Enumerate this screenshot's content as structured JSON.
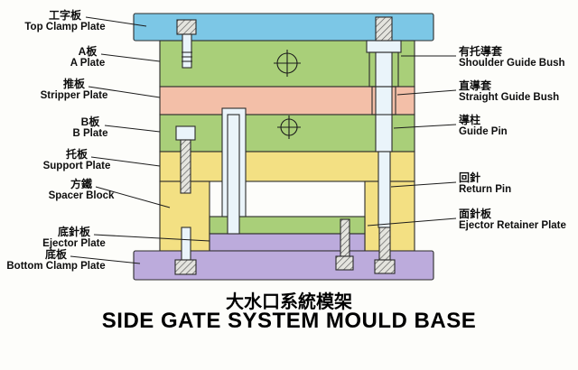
{
  "title": {
    "chinese": "大水口系統模架",
    "english": "SIDE GATE SYSTEM MOULD BASE"
  },
  "labels_left": [
    {
      "zh": "工字板",
      "en": "Top Clamp Plate"
    },
    {
      "zh": "A板",
      "en": "A Plate"
    },
    {
      "zh": "推板",
      "en": "Stripper Plate"
    },
    {
      "zh": "B板",
      "en": "B Plate"
    },
    {
      "zh": "托板",
      "en": "Support Plate"
    },
    {
      "zh": "方鐵",
      "en": "Spacer Block"
    },
    {
      "zh": "底針板",
      "en": "Ejector Plate"
    },
    {
      "zh": "底板",
      "en": "Bottom Clamp Plate"
    }
  ],
  "labels_right": [
    {
      "zh": "有托導套",
      "en": "Shoulder Guide Bush"
    },
    {
      "zh": "直導套",
      "en": "Straight Guide Bush"
    },
    {
      "zh": "導柱",
      "en": "Guide Pin"
    },
    {
      "zh": "回針",
      "en": "Return Pin"
    },
    {
      "zh": "面針板",
      "en": "Ejector Retainer Plate"
    }
  ],
  "colors": {
    "top_clamp_plate": "#7cc7e6",
    "a_plate": "#a9cf79",
    "stripper_plate": "#f3bfa8",
    "b_plate": "#a9cf79",
    "support_plate": "#f3e083",
    "spacer_block": "#f3e083",
    "ejector_retainer_plate": "#a9cf79",
    "ejector_plate": "#bcabdc",
    "bottom_clamp_plate": "#bcabdc",
    "pin_fill": "#eaf4fa",
    "outline": "#2b2b2b"
  }
}
